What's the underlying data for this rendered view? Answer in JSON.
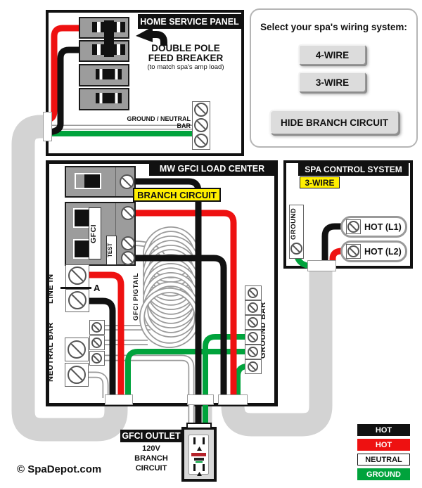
{
  "service_panel": {
    "title": "HOME SERVICE PANEL",
    "note1": "DOUBLE POLE",
    "note2": "FEED BREAKER",
    "note_sub": "(to match spa's amp load)",
    "bar_label": "GROUND / NEUTRAL BAR"
  },
  "selector": {
    "prompt": "Select your spa's wiring system:",
    "buttons": [
      "4-WIRE",
      "3-WIRE"
    ],
    "hide_button": "HIDE BRANCH CIRCUIT"
  },
  "load_center": {
    "title": "MW GFCI LOAD CENTER",
    "branch_label": "BRANCH CIRCUIT",
    "gfci": "GFCI",
    "test": "TEST",
    "line_in": "LINE IN",
    "point_a": "A",
    "pigtail": "GFCI PIGTAIL",
    "neutral_bar": "NEUTRAL BAR",
    "ground_bar": "GROUND BAR"
  },
  "spa": {
    "title": "SPA CONTROL SYSTEM",
    "mode": "3-WIRE",
    "ground": "GROUND",
    "hot1": "HOT (L1)",
    "hot2": "HOT (L2)"
  },
  "outlet": {
    "title": "GFCI OUTLET",
    "subtitle": "120V\nBRANCH\nCIRCUIT"
  },
  "legend": [
    {
      "label": "HOT",
      "color": "#111111"
    },
    {
      "label": "HOT",
      "color": "#ee1111"
    },
    {
      "label": "NEUTRAL",
      "color": "#ffffff"
    },
    {
      "label": "GROUND",
      "color": "#00a33c"
    }
  ],
  "copyright": "© SpaDepot.com",
  "colors": {
    "hot_black": "#111111",
    "hot_red": "#ee1111",
    "neutral_white": "#ffffff",
    "ground_green": "#00a33c",
    "conduit_gray": "#d3d3d3",
    "highlight_yellow": "#ffef00",
    "breaker_gray": "#9c9c9c"
  }
}
